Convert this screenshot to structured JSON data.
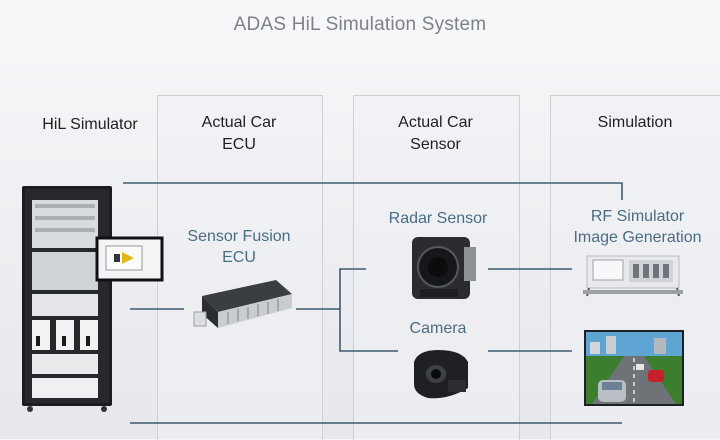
{
  "title": "ADAS HiL Simulation System",
  "columns": [
    {
      "heading": [
        "HiL Simulator"
      ]
    },
    {
      "heading": [
        "Actual Car",
        "ECU"
      ]
    },
    {
      "heading": [
        "Actual Car",
        "Sensor"
      ]
    },
    {
      "heading": [
        "Simulation"
      ]
    }
  ],
  "components": {
    "sensor_fusion": [
      "Sensor Fusion",
      "ECU"
    ],
    "radar": "Radar Sensor",
    "camera": "Camera",
    "rf_sim": [
      "RF Simulator",
      "Image Generation"
    ]
  },
  "colors": {
    "wire": "#3f5a6e",
    "label": "#4c6c82",
    "box_border": "#cdd0d4"
  },
  "icons": [
    "hil-rack-icon",
    "ecu-unit-icon",
    "radar-sensor-icon",
    "camera-icon",
    "rf-simulator-icon",
    "driving-sim-screen-icon"
  ]
}
